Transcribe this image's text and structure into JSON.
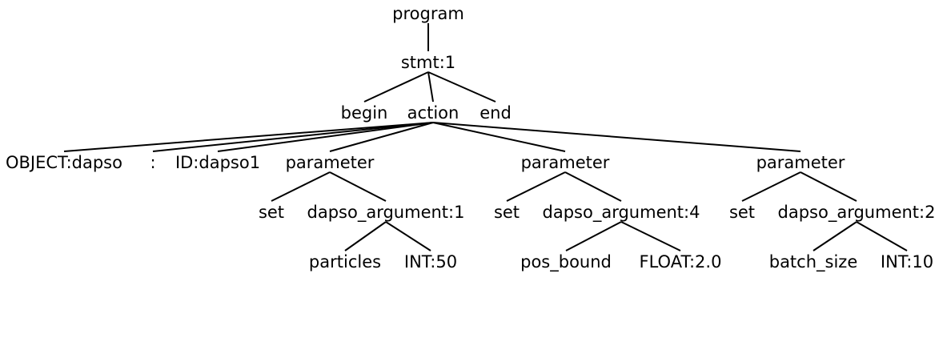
{
  "tree": {
    "root": "program",
    "stmt": "stmt:1",
    "begin": "begin",
    "action": "action",
    "end": "end",
    "object": "OBJECT:dapso",
    "colon": ":",
    "id": "ID:dapso1",
    "parameters": [
      {
        "label": "parameter",
        "set": "set",
        "argument": "dapso_argument:1",
        "name": "particles",
        "value": "INT:50"
      },
      {
        "label": "parameter",
        "set": "set",
        "argument": "dapso_argument:4",
        "name": "pos_bound",
        "value": "FLOAT:2.0"
      },
      {
        "label": "parameter",
        "set": "set",
        "argument": "dapso_argument:2",
        "name": "batch_size",
        "value": "INT:10"
      }
    ]
  }
}
